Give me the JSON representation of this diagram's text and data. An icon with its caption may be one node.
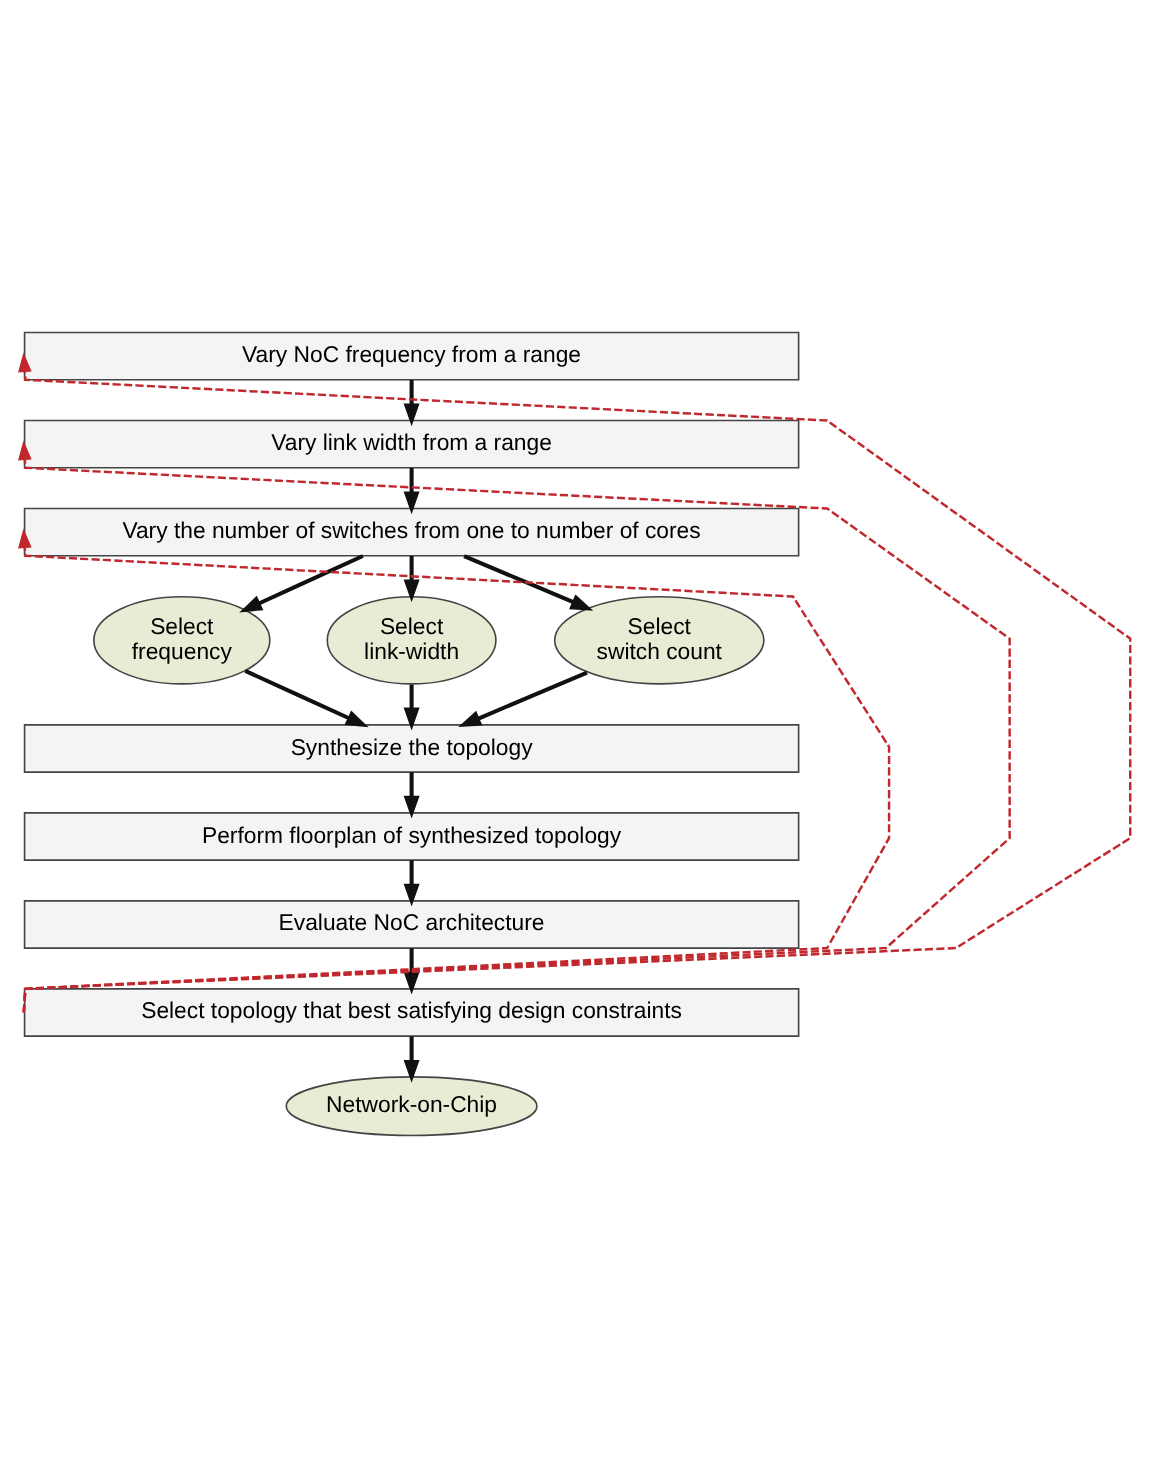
{
  "diagram": {
    "nodes": [
      {
        "text": [
          "Vary NoC frequency from a range"
        ]
      },
      {
        "text": [
          "Vary link width from a range"
        ]
      },
      {
        "text": [
          "Vary the number of switches from one to number of cores"
        ]
      },
      {
        "text": [
          "Select frequency"
        ]
      },
      {
        "text": [
          "Select link-width"
        ]
      },
      {
        "text": [
          "Select switch count"
        ]
      },
      {
        "text": [
          "Synthesize the topology"
        ]
      },
      {
        "text": [
          "Perform floorplan of synthesized topology"
        ]
      },
      {
        "text": [
          "Evaluate NoC architecture"
        ]
      },
      {
        "text": [
          "Select topology that best satisfying design constraints"
        ]
      },
      {
        "text": [
          "Network-on-Chip"
        ]
      }
    ],
    "edges": [
      {
        "from": 0,
        "to": 1,
        "arrow": "to"
      },
      {
        "from": 1,
        "to": 2,
        "arrow": "to"
      },
      {
        "from": 2,
        "to": 3,
        "arrow": "to"
      },
      {
        "from": 2,
        "to": 4,
        "arrow": "to"
      },
      {
        "from": 2,
        "to": 5,
        "arrow": "to"
      },
      {
        "from": 3,
        "to": 6,
        "arrow": "to"
      },
      {
        "from": 4,
        "to": 6,
        "arrow": "to"
      },
      {
        "from": 5,
        "to": 6,
        "arrow": "to"
      },
      {
        "from": 6,
        "to": 7,
        "arrow": "to"
      },
      {
        "from": 7,
        "to": 8,
        "arrow": "to"
      },
      {
        "from": 8,
        "to": 9,
        "arrow": "to"
      },
      {
        "from": 9,
        "to": 10,
        "arrow": "to"
      },
      {
        "from": 9,
        "to": 2,
        "arrow": "to",
        "style": "dashed",
        "color": "#c0282d"
      },
      {
        "from": 9,
        "to": 1,
        "arrow": "to",
        "style": "dashed",
        "color": "#c0282d"
      },
      {
        "from": 9,
        "to": 0,
        "arrow": "to",
        "style": "dashed",
        "color": "#c0282d"
      }
    ]
  }
}
